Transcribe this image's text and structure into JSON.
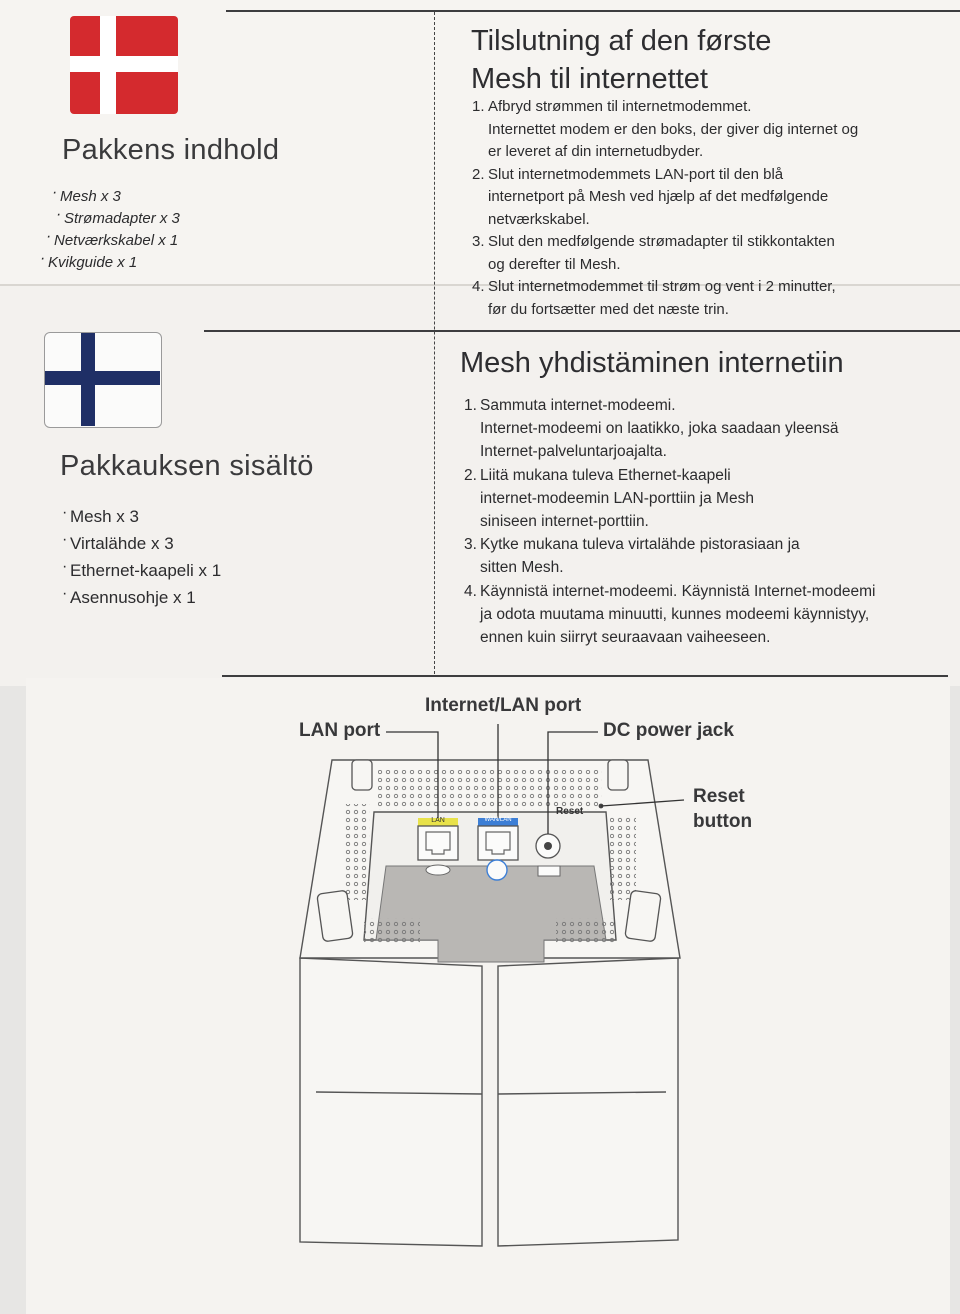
{
  "danish": {
    "contents_heading": "Pakkens indhold",
    "contents": [
      "Mesh x 3",
      "Strømadapter x 3",
      "Netværkskabel  x 1",
      "Kvikguide x 1"
    ],
    "title_lines": [
      "Tilslutning af den første",
      "Mesh til internettet"
    ],
    "steps": [
      {
        "num": "1.",
        "lines": [
          "Afbryd strømmen til internetmodemmet.",
          "Internettet modem er den boks, der giver dig internet og",
          "er leveret af din internetudbyder."
        ]
      },
      {
        "num": "2.",
        "lines": [
          "Slut internetmodemmets LAN-port til den blå",
          "internetport på Mesh ved hjælp af det medfølgende",
          "netværkskabel."
        ]
      },
      {
        "num": "3.",
        "lines": [
          "Slut den medfølgende strømadapter til stikkontakten",
          "og derefter til Mesh."
        ]
      },
      {
        "num": "4.",
        "lines": [
          "Slut internetmodemmet til strøm og vent i 2 minutter,",
          "før du fortsætter med det næste trin."
        ]
      }
    ]
  },
  "finnish": {
    "contents_heading": "Pakkauksen sisältö",
    "contents": [
      "Mesh x 3",
      "Virtalähde x 3",
      "Ethernet-kaapeli  x 1",
      "Asennusohje x 1"
    ],
    "title": "Mesh yhdistäminen internetiin",
    "steps": [
      {
        "num": "1.",
        "lines": [
          "Sammuta internet-modeemi.",
          "Internet-modeemi on laatikko, joka saadaan yleensä",
          "Internet-palveluntarjoajalta."
        ]
      },
      {
        "num": "2.",
        "lines": [
          "Liitä mukana tuleva Ethernet-kaapeli",
          "internet-modeemin LAN-porttiin ja Mesh",
          "siniseen internet-porttiin."
        ]
      },
      {
        "num": "3.",
        "lines": [
          "Kytke mukana tuleva virtalähde pistorasiaan ja",
          "sitten Mesh."
        ]
      },
      {
        "num": "4.",
        "lines": [
          "Käynnistä internet-modeemi. Käynnistä Internet-modeemi",
          "ja odota muutama minuutti, kunnes modeemi käynnistyy,",
          "ennen kuin siirryt seuraavaan vaiheeseen."
        ]
      }
    ]
  },
  "diagram": {
    "labels": {
      "lan_port": "LAN port",
      "internet_lan_port": "Internet/LAN port",
      "dc_power_jack": "DC power jack",
      "reset_button_line1": "Reset",
      "reset_button_line2": "button"
    },
    "port_tags": {
      "lan": "LAN",
      "wan": "WAN/LAN",
      "reset": "Reset"
    },
    "colors": {
      "lan_tag": "#e8e24a",
      "wan_tag": "#3d7fd6",
      "port_area": "#b9b7b4"
    }
  }
}
